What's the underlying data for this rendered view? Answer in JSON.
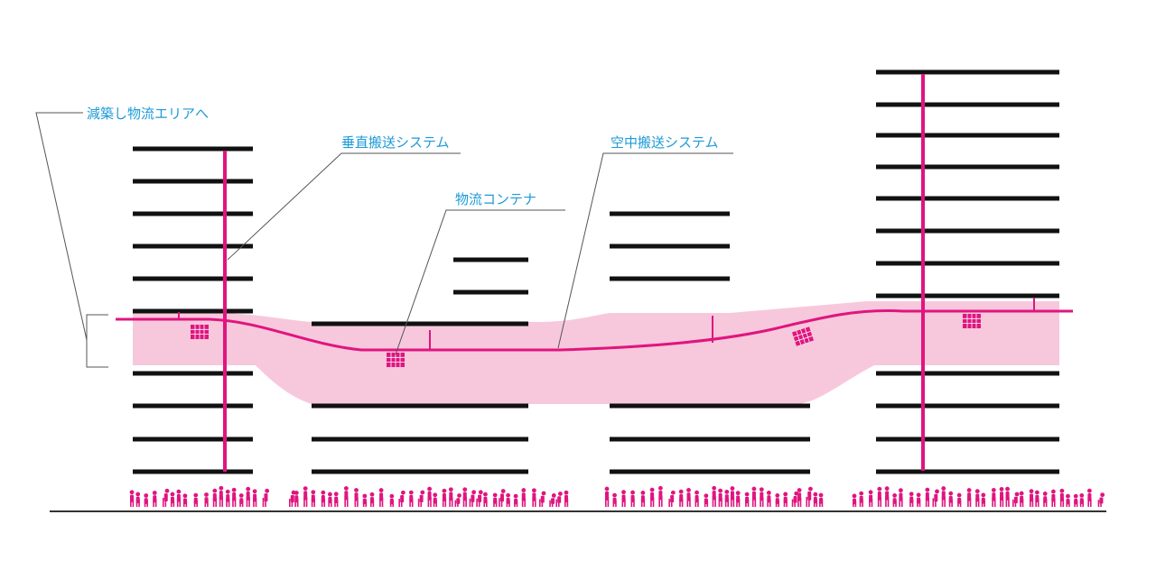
{
  "colors": {
    "floor": "#111111",
    "accent": "#e0157f",
    "zone": "#f7c8dc",
    "label": "#1d9ad6",
    "leader": "#555555",
    "ground": "#333333"
  },
  "labels": {
    "reduced_area": "減築し物流エリアへ",
    "vertical_transport": "垂直搬送システム",
    "container": "物流コンテナ",
    "aerial_transport": "空中搬送システム"
  }
}
